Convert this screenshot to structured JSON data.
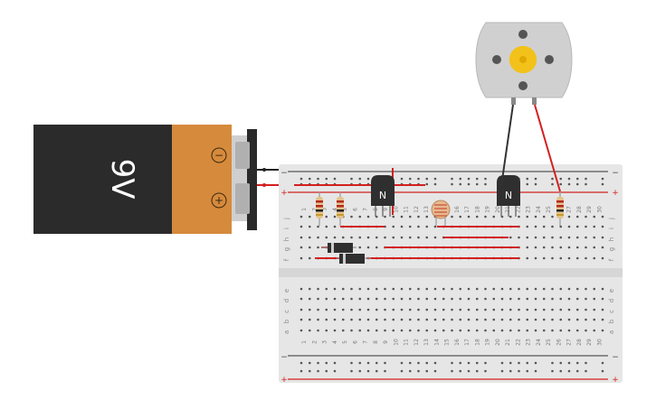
{
  "battery": {
    "voltage_label": "9V",
    "minus_symbol": "−",
    "plus_symbol": "+",
    "colors": {
      "body": "#2b2b2b",
      "band": "#d68a3c",
      "wire_neg": "#222222",
      "wire_pos": "#d32020"
    }
  },
  "breadboard": {
    "rail_minus": "−",
    "rail_plus": "+",
    "row_labels_top": [
      "j",
      "i",
      "h",
      "g",
      "f"
    ],
    "row_labels_bottom": [
      "e",
      "d",
      "c",
      "b",
      "a"
    ],
    "column_numbers": [
      "1",
      "2",
      "3",
      "4",
      "5",
      "6",
      "7",
      "8",
      "9",
      "10",
      "11",
      "12",
      "13",
      "14",
      "15",
      "16",
      "17",
      "18",
      "19",
      "20",
      "21",
      "22",
      "23",
      "24",
      "25",
      "26",
      "27",
      "28",
      "29",
      "30"
    ],
    "colors": {
      "body": "#e6e6e6",
      "rail_red": "#d32020",
      "rail_dark": "#333333",
      "hole": "#555555"
    }
  },
  "transistors": [
    {
      "label": "N"
    },
    {
      "label": "N"
    }
  ],
  "motor": {
    "icon": "gear-icon",
    "colors": {
      "body": "#d0d0d0",
      "gear": "#f2c21a"
    }
  },
  "components": {
    "resistors": [
      "resistor-1",
      "resistor-2",
      "resistor-3"
    ],
    "diodes": [
      "diode-1",
      "diode-2"
    ],
    "photoresistor": "photoresistor"
  }
}
